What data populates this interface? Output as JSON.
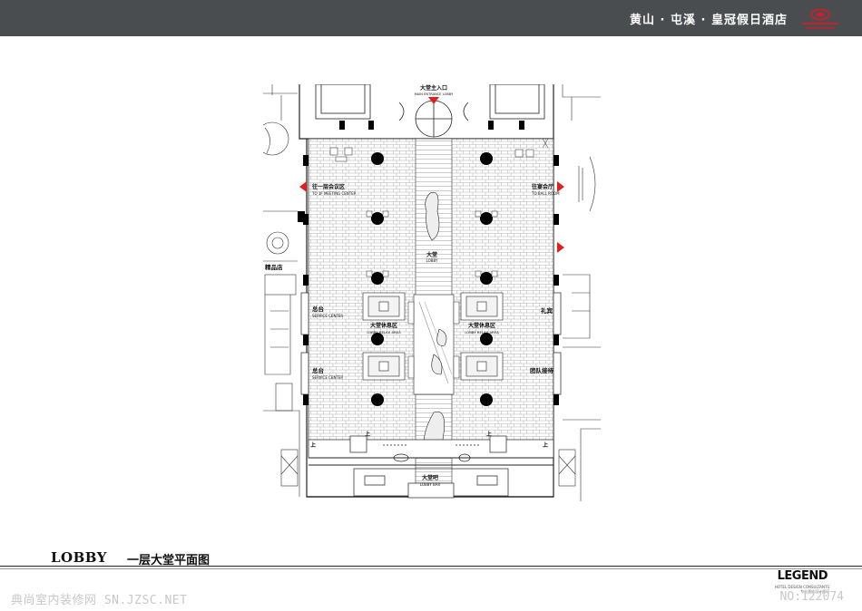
{
  "header": {
    "title": "黄山 · 屯溪 · 皇冠假日酒店",
    "logo": "crowne-plaza-logo",
    "bar_color": "#4a4d4f"
  },
  "plan": {
    "main_entrance": {
      "cn": "大堂主入口",
      "en": "MAIN ENTRANCE LOBBY"
    },
    "to_meeting": {
      "cn": "往一层会议区",
      "en": "TO 1F MEETING CENTER"
    },
    "to_ballroom": {
      "cn": "往宴会厅",
      "en": "TO BALL ROOM"
    },
    "lobby": {
      "cn": "大堂",
      "en": "LOBBY"
    },
    "boutique": {
      "cn": "精品店"
    },
    "service_center_1": {
      "cn": "总台",
      "en": "SERVICE CENTER"
    },
    "service_center_2": {
      "cn": "总台",
      "en": "SERVICE CENTER"
    },
    "relax_area_left": {
      "cn": "大堂休息区",
      "en": "LOBBY RELAX AREA"
    },
    "relax_area_right": {
      "cn": "大堂休息区",
      "en": "LOBBY RELAX AREA"
    },
    "concierge": {
      "cn": "礼宾"
    },
    "group_reception": {
      "cn": "团队接待"
    },
    "lobby_bar": {
      "cn": "大堂吧",
      "en": "LOBBY BAR"
    },
    "up_marker": "上",
    "arrow_color": "#e02020"
  },
  "caption": {
    "en": "LOBBY",
    "cn": "一层大堂平面图"
  },
  "branding": {
    "logo": "LEGEND",
    "sub": "HOTEL DESIGN CONSULTANTS",
    "sub2": "专业酒店设计顾问"
  },
  "watermark": {
    "left": "典尚室内装修网 SN.JZSC.NET",
    "right": "NO:122074"
  }
}
